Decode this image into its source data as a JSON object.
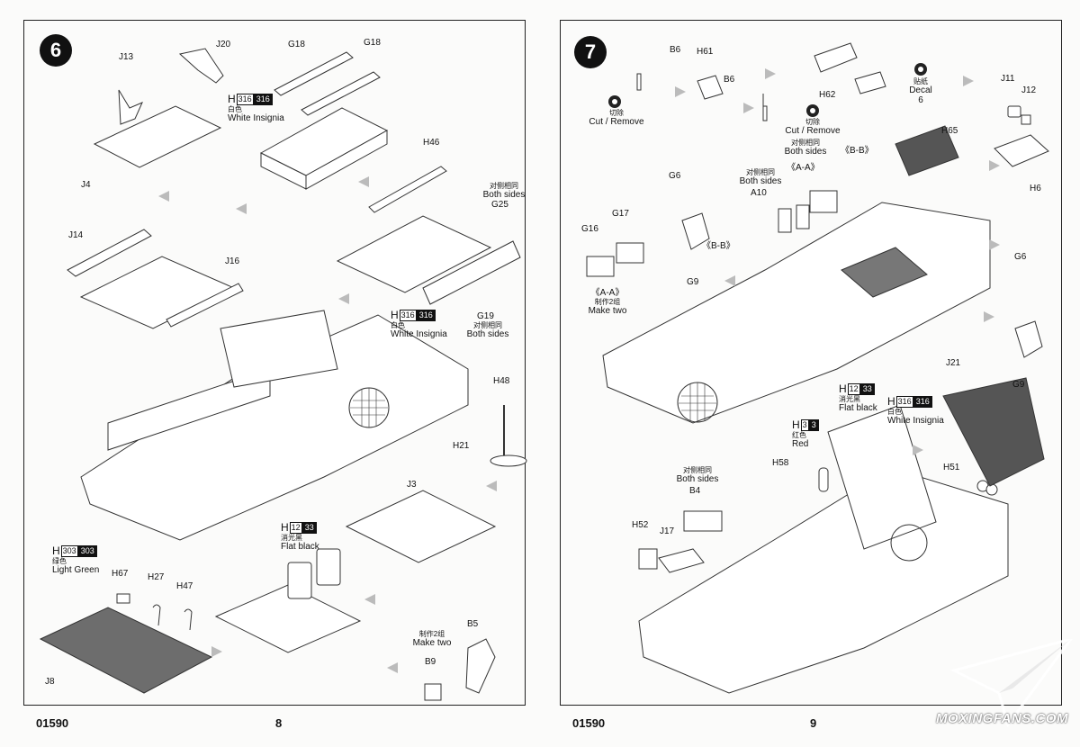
{
  "left_page": {
    "step_number": "6",
    "catalog_number": "01590",
    "page_number": "8",
    "parts": {
      "J13": "J13",
      "J20": "J20",
      "G18a": "G18",
      "G18b": "G18",
      "J4": "J4",
      "H46": "H46",
      "G25": "G25",
      "J14": "J14",
      "J16": "J16",
      "G19": "G19",
      "H48": "H48",
      "H21": "H21",
      "J3": "J3",
      "H67": "H67",
      "H27": "H27",
      "H47": "H47",
      "J8": "J8",
      "B5": "B5",
      "B9": "B9"
    },
    "notes": {
      "both_sides_cn_1": "对侧相同",
      "both_sides_en_1": "Both sides",
      "both_sides_cn_2": "对侧相同",
      "both_sides_en_2": "Both sides",
      "make_two_cn": "制作2组",
      "make_two_en": "Make two"
    },
    "colors": {
      "white_1": {
        "letter": "H",
        "code_a": "316",
        "code_b": "316",
        "cn": "白色",
        "en": "White Insignia"
      },
      "white_2": {
        "letter": "H",
        "code_a": "316",
        "code_b": "316",
        "cn": "白色",
        "en": "White Insignia"
      },
      "flat_black": {
        "letter": "H",
        "code_a": "12",
        "code_b": "33",
        "cn": "消光黑",
        "en": "Flat black"
      },
      "light_green": {
        "letter": "H",
        "code_a": "303",
        "code_b": "303",
        "cn": "绿色",
        "en": "Light Green"
      }
    }
  },
  "right_page": {
    "step_number": "7",
    "catalog_number": "01590",
    "page_number": "9",
    "parts": {
      "B6a": "B6",
      "H61": "H61",
      "B6b": "B6",
      "H62": "H62",
      "J11": "J11",
      "J12": "J12",
      "H65": "H65",
      "H6": "H6",
      "G6a": "G6",
      "A10": "A10",
      "G17": "G17",
      "G16": "G16",
      "G9a": "G9",
      "G6b": "G6",
      "G9b": "G9",
      "J21": "J21",
      "H51": "H51",
      "H58": "H58",
      "B4": "B4",
      "H52": "H52",
      "J17": "J17"
    },
    "notes": {
      "cut_cn_1": "切除",
      "cut_en_1": "Cut / Remove",
      "cut_cn_2": "切除",
      "cut_en_2": "Cut / Remove",
      "decal_cn": "贴纸",
      "decal_en": "Decal",
      "decal_num": "6",
      "both_sides_cn_1": "对侧相同",
      "both_sides_en_1": "Both sides",
      "both_sides_cn_2": "对侧相同",
      "both_sides_en_2": "Both sides",
      "both_sides_cn_3": "对侧相同",
      "both_sides_en_3": "Both sides",
      "section_aa_1": "《A-A》",
      "section_bb_1": "《B-B》",
      "section_bb_2": "《B-B》",
      "section_aa_2": "《A-A》",
      "make_two_cn": "制作2组",
      "make_two_en": "Make two"
    },
    "colors": {
      "flat_black": {
        "letter": "H",
        "code_a": "12",
        "code_b": "33",
        "cn": "消光黑",
        "en": "Flat black"
      },
      "white": {
        "letter": "H",
        "code_a": "316",
        "code_b": "316",
        "cn": "白色",
        "en": "White Insignia"
      },
      "red": {
        "letter": "H",
        "code_a": "3",
        "code_b": "3",
        "cn": "红色",
        "en": "Red"
      }
    }
  },
  "watermark": "MOXINGFANS.COM"
}
